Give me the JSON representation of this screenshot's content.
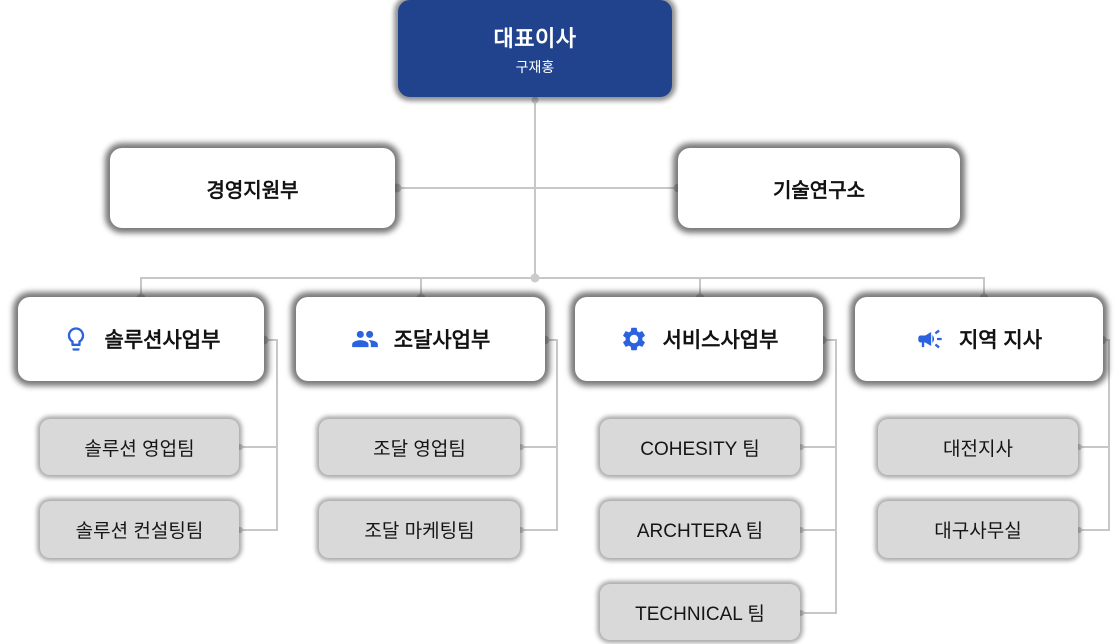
{
  "colors": {
    "primary_navy": "#21428c",
    "icon_blue": "#2a63dd",
    "team_gray": "#d9d9d9",
    "line_gray": "#c7c7c7",
    "card_white": "#ffffff",
    "text_dark": "#121212"
  },
  "ceo": {
    "title": "대표이사",
    "name": "구재홍"
  },
  "level2": {
    "left": {
      "label": "경영지원부"
    },
    "right": {
      "label": "기술연구소"
    }
  },
  "departments": [
    {
      "label": "솔루션사업부",
      "icon": "lightbulb-icon",
      "teams": [
        {
          "label": "솔루션 영업팀"
        },
        {
          "label": "솔루션 컨설팅팀"
        }
      ]
    },
    {
      "label": "조달사업부",
      "icon": "people-icon",
      "teams": [
        {
          "label": "조달 영업팀"
        },
        {
          "label": "조달 마케팅팀"
        }
      ]
    },
    {
      "label": "서비스사업부",
      "icon": "gear-icon",
      "teams": [
        {
          "label": "COHESITY 팀"
        },
        {
          "label": "ARCHTERA 팀"
        },
        {
          "label": "TECHNICAL 팀"
        }
      ]
    },
    {
      "label": "지역 지사",
      "icon": "megaphone-icon",
      "teams": [
        {
          "label": "대전지사"
        },
        {
          "label": "대구사무실"
        }
      ]
    }
  ]
}
